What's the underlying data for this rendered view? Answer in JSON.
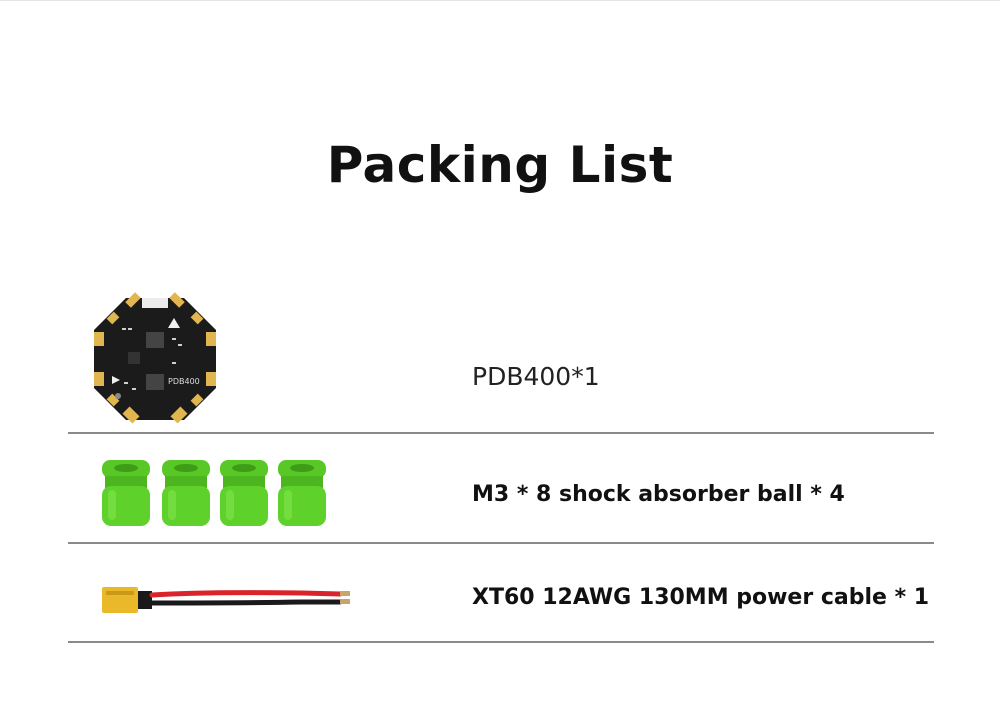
{
  "title": "Packing List",
  "items": [
    {
      "label": "PDB400*1",
      "image": "pdb-board-image",
      "board_text": "PDB400"
    },
    {
      "label": "M3 * 8 shock absorber ball * 4",
      "image": "shock-absorber-balls-image"
    },
    {
      "label": "XT60 12AWG 130MM power cable * 1",
      "image": "power-cable-image"
    }
  ],
  "colors": {
    "text": "#111111",
    "divider": "#8a8a8a",
    "pcb": "#1b1b1b",
    "gold_pad": "#e2b64f",
    "rubber_green": "#5ed12b",
    "xt60_yellow": "#e9b92a",
    "wire_red": "#d8242a",
    "wire_black": "#1a1a1a"
  }
}
